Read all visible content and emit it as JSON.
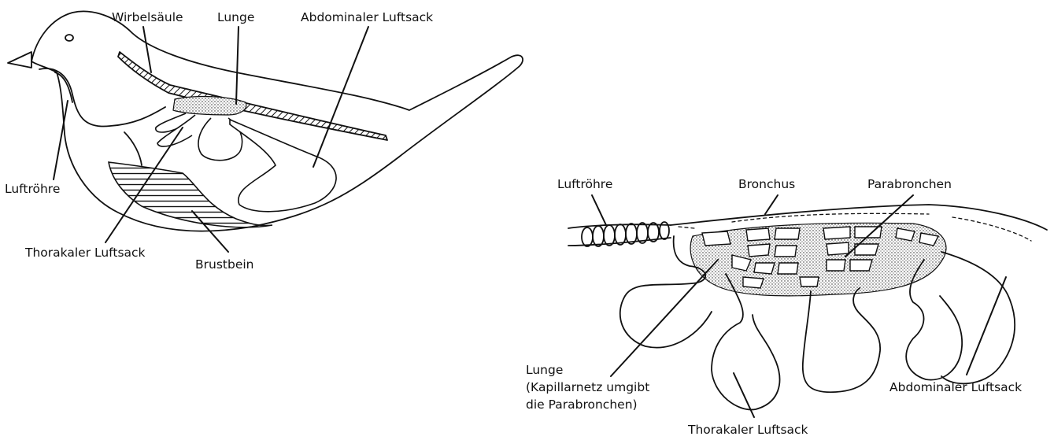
{
  "bird_diagram": {
    "labels": {
      "wirbelsaeule": "Wirbelsäule",
      "lunge": "Lunge",
      "abdominaler_luftsack": "Abdominaler Luftsack",
      "luftroehre": "Luftröhre",
      "thorakaler_luftsack": "Thorakaler Luftsack",
      "brustbein": "Brustbein"
    }
  },
  "lung_detail": {
    "labels": {
      "luftroehre": "Luftröhre",
      "bronchus": "Bronchus",
      "parabronchen": "Parabronchen",
      "lunge_line1": "Lunge",
      "lunge_line2": "(Kapillarnetz umgibt",
      "lunge_line3": "die Parabronchen)",
      "thorakaler_luftsack": "Thorakaler Luftsack",
      "abdominaler_luftsack": "Abdominaler Luftsack"
    }
  }
}
